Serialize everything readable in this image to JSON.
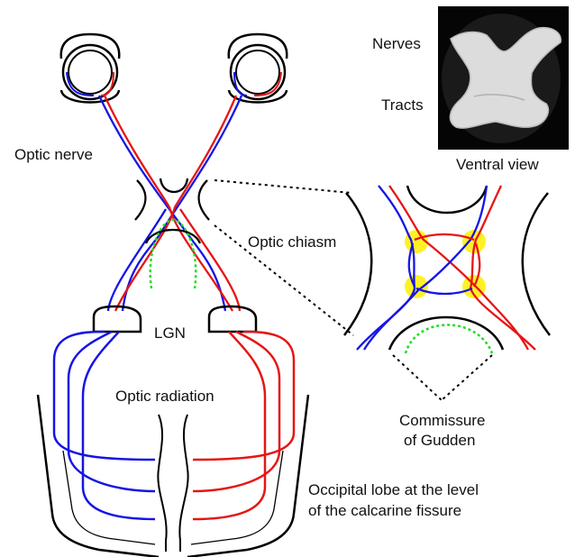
{
  "labels": {
    "optic_nerve": "Optic nerve",
    "optic_chiasm": "Optic chiasm",
    "lgn": "LGN",
    "optic_radiation": "Optic radiation",
    "commissure_line1": "Commissure",
    "commissure_line2": "of Gudden",
    "occipital_line1": "Occipital lobe at the level",
    "occipital_line2": "of the calcarine fissure",
    "nerves": "Nerves",
    "tracts": "Tracts",
    "ventral_view": "Ventral view"
  },
  "colors": {
    "left_pathway": "#1515e6",
    "right_pathway": "#e61515",
    "commissure": "#22dd22",
    "decussation_highlight": "#ffee00",
    "outline": "#000000",
    "photo_background": "#050505",
    "specimen": "#dcdcdc"
  }
}
